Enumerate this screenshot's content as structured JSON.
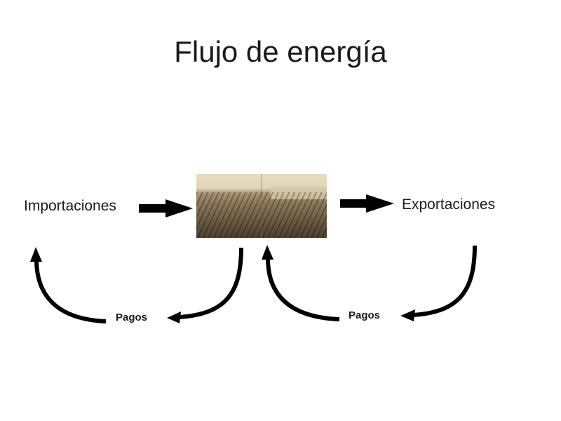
{
  "title": "Flujo de energía",
  "nodes": {
    "imports": "Importaciones",
    "exports": "Exportaciones",
    "center_image": "city-panorama-illustration"
  },
  "payments": {
    "left": "Pagos",
    "right": "Pagos"
  },
  "colors": {
    "arrow": "#000000",
    "text": "#1a1a1a",
    "background": "#ffffff"
  },
  "edges": [
    {
      "from": "Importaciones",
      "to": "city",
      "type": "straight-arrow"
    },
    {
      "from": "city",
      "to": "Exportaciones",
      "type": "straight-arrow"
    },
    {
      "from": "city",
      "to": "Pagos (left)",
      "type": "curved-arrow"
    },
    {
      "from": "Pagos (left)",
      "to": "Importaciones",
      "type": "curved-arrow"
    },
    {
      "from": "Exportaciones",
      "to": "Pagos (right)",
      "type": "curved-arrow"
    },
    {
      "from": "Pagos (right)",
      "to": "city",
      "type": "curved-arrow"
    }
  ]
}
